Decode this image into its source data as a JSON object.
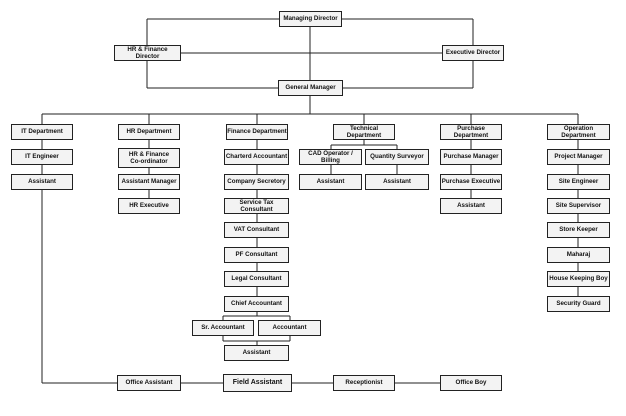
{
  "org_chart": {
    "top": {
      "managing_director": "Managing Director",
      "hr_finance_director": "HR & Finance Director",
      "executive_director": "Executive Director",
      "general_manager": "General Manager"
    },
    "departments": {
      "it": {
        "title": "IT Department",
        "roles": [
          "IT Engineer",
          "Assistant"
        ]
      },
      "hr": {
        "title": "HR Department",
        "roles": [
          "HR & Finance\nCo-ordinator",
          "Assistant Manager",
          "HR Executive"
        ]
      },
      "finance": {
        "title": "Finance Department",
        "roles": [
          "Charterd Accountant",
          "Company Secretory",
          "Service Tax Consultant",
          "VAT Consultant",
          "PF Consultant",
          "Legal Consultant",
          "Chief Accountant"
        ],
        "sr_accountant": "Sr. Accountant",
        "accountant": "Accountant",
        "assistant": "Assistant"
      },
      "technical": {
        "title": "Technical Department",
        "cad_operator": "CAD Operator / Billing",
        "quantity_surveyor": "Quantity Surveyor",
        "cad_assistant": "Assistant",
        "qs_assistant": "Assistant"
      },
      "purchase": {
        "title": "Purchase Department",
        "roles": [
          "Purchase Manager",
          "Purchase Executive",
          "Assistant"
        ]
      },
      "operation": {
        "title": "Operation Department",
        "roles": [
          "Project Manager",
          "Site Engineer",
          "Site Supervisor",
          "Store Keeper",
          "Maharaj",
          "House Keeping Boy",
          "Security Guard"
        ]
      }
    },
    "bottom": {
      "office_assistant": "Office Assistant",
      "field_assistant": "Field Assistant",
      "receptionist": "Receptionist",
      "office_boy": "Office Boy"
    }
  }
}
